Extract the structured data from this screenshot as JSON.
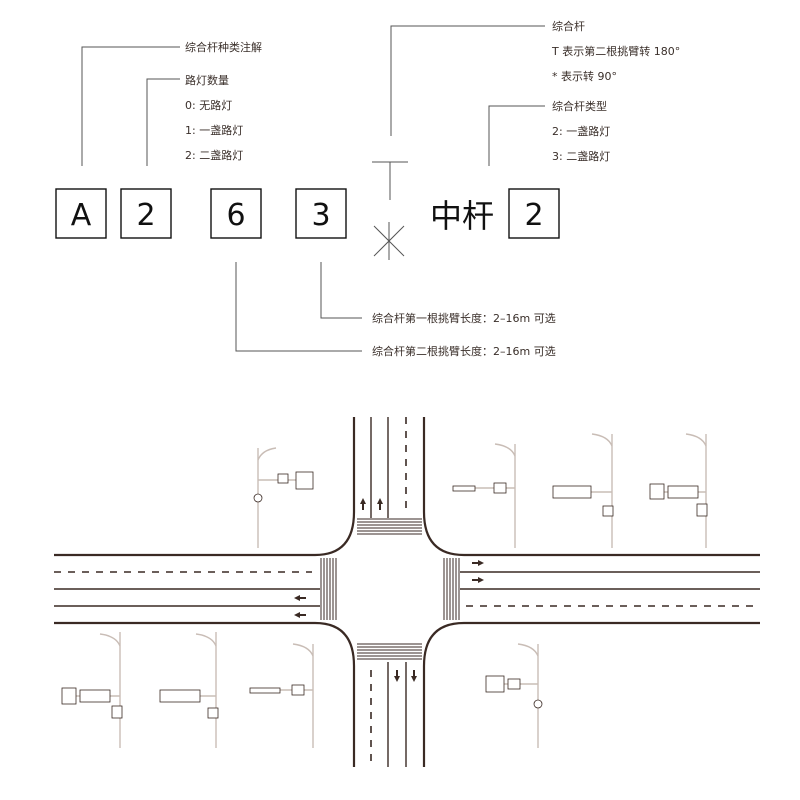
{
  "legend": {
    "code": {
      "letter": "A",
      "light_count": "2",
      "arm2_length": "6",
      "arm1_length": "3",
      "pole_name": "中杆",
      "pole_type": "2"
    },
    "annotations": {
      "pole_type_note": "综合杆种类注解",
      "light_count_title": "路灯数量",
      "light_count_0": "0: 无路灯",
      "light_count_1": "1: 一盏路灯",
      "light_count_2": "2: 二盏路灯",
      "pole_title": "综合杆",
      "pole_t_note": "T 表示第二根挑臂转 180°",
      "pole_star_note": "* 表示转 90°",
      "pole_type_title": "综合杆类型",
      "pole_type_2": "2: 一盏路灯",
      "pole_type_3": "3: 二盏路灯",
      "arm1_note": "综合杆第一根挑臂长度：2–16m 可选",
      "arm2_note": "综合杆第二根挑臂长度：2–16m 可选"
    }
  },
  "colors": {
    "road_line": "#3a2a24",
    "pole": "#c9bdb6",
    "text": "#3a2f2a"
  }
}
